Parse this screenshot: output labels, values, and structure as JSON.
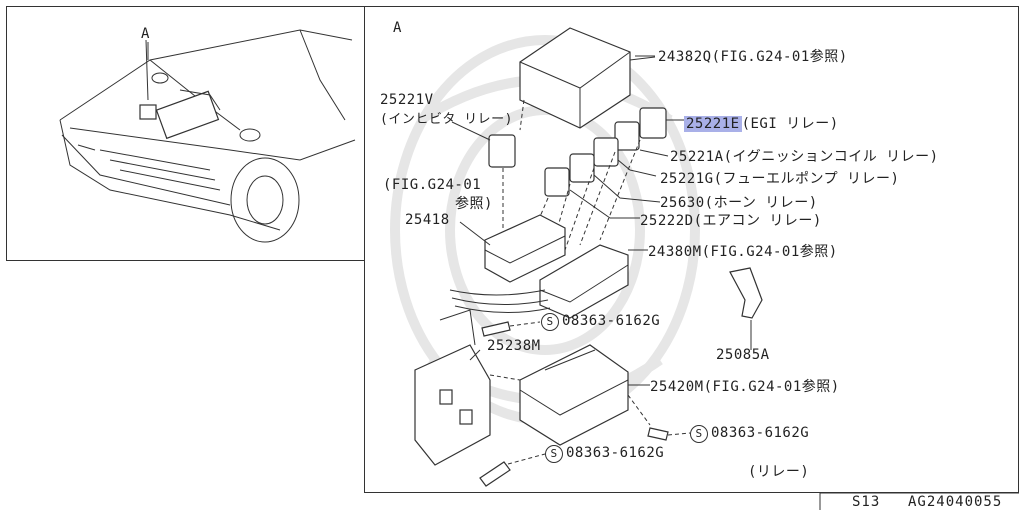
{
  "overview": {
    "label_a": "A"
  },
  "detail": {
    "label_a": "A"
  },
  "parts": [
    {
      "id": "24382Q",
      "text": "24382Q(FIG.G24-01参照)"
    },
    {
      "id": "25221E",
      "code": "25221E",
      "desc": "(EGI リレー)"
    },
    {
      "id": "25221V",
      "line1": "25221V",
      "line2": "(インヒビタ リレー)"
    },
    {
      "id": "25221A",
      "text": "25221A(イグニッションコイル リレー)"
    },
    {
      "id": "25221G",
      "text": "25221G(フューエルポンプ リレー)"
    },
    {
      "id": "ref1",
      "line1": "(FIG.G24-01",
      "line2": "参照)"
    },
    {
      "id": "25630",
      "text": "25630(ホーン リレー)"
    },
    {
      "id": "25222D",
      "text": "25222D(エアコン リレー)"
    },
    {
      "id": "25418",
      "text": "25418"
    },
    {
      "id": "24380M",
      "text": "24380M(FIG.G24-01参照)"
    },
    {
      "id": "bolt1",
      "text": "08363-6162G"
    },
    {
      "id": "25238M",
      "text": "25238M"
    },
    {
      "id": "25085A",
      "text": "25085A"
    },
    {
      "id": "25420M",
      "text": "25420M(FIG.G24-01参照)"
    },
    {
      "id": "bolt2",
      "text": "08363-6162G"
    },
    {
      "id": "bolt3",
      "text": "08363-6162G"
    },
    {
      "id": "relay_note",
      "text": "(リレー)"
    }
  ],
  "screw_symbol": "S",
  "footer": {
    "model": "S13",
    "figure_code": "AG24040055"
  }
}
